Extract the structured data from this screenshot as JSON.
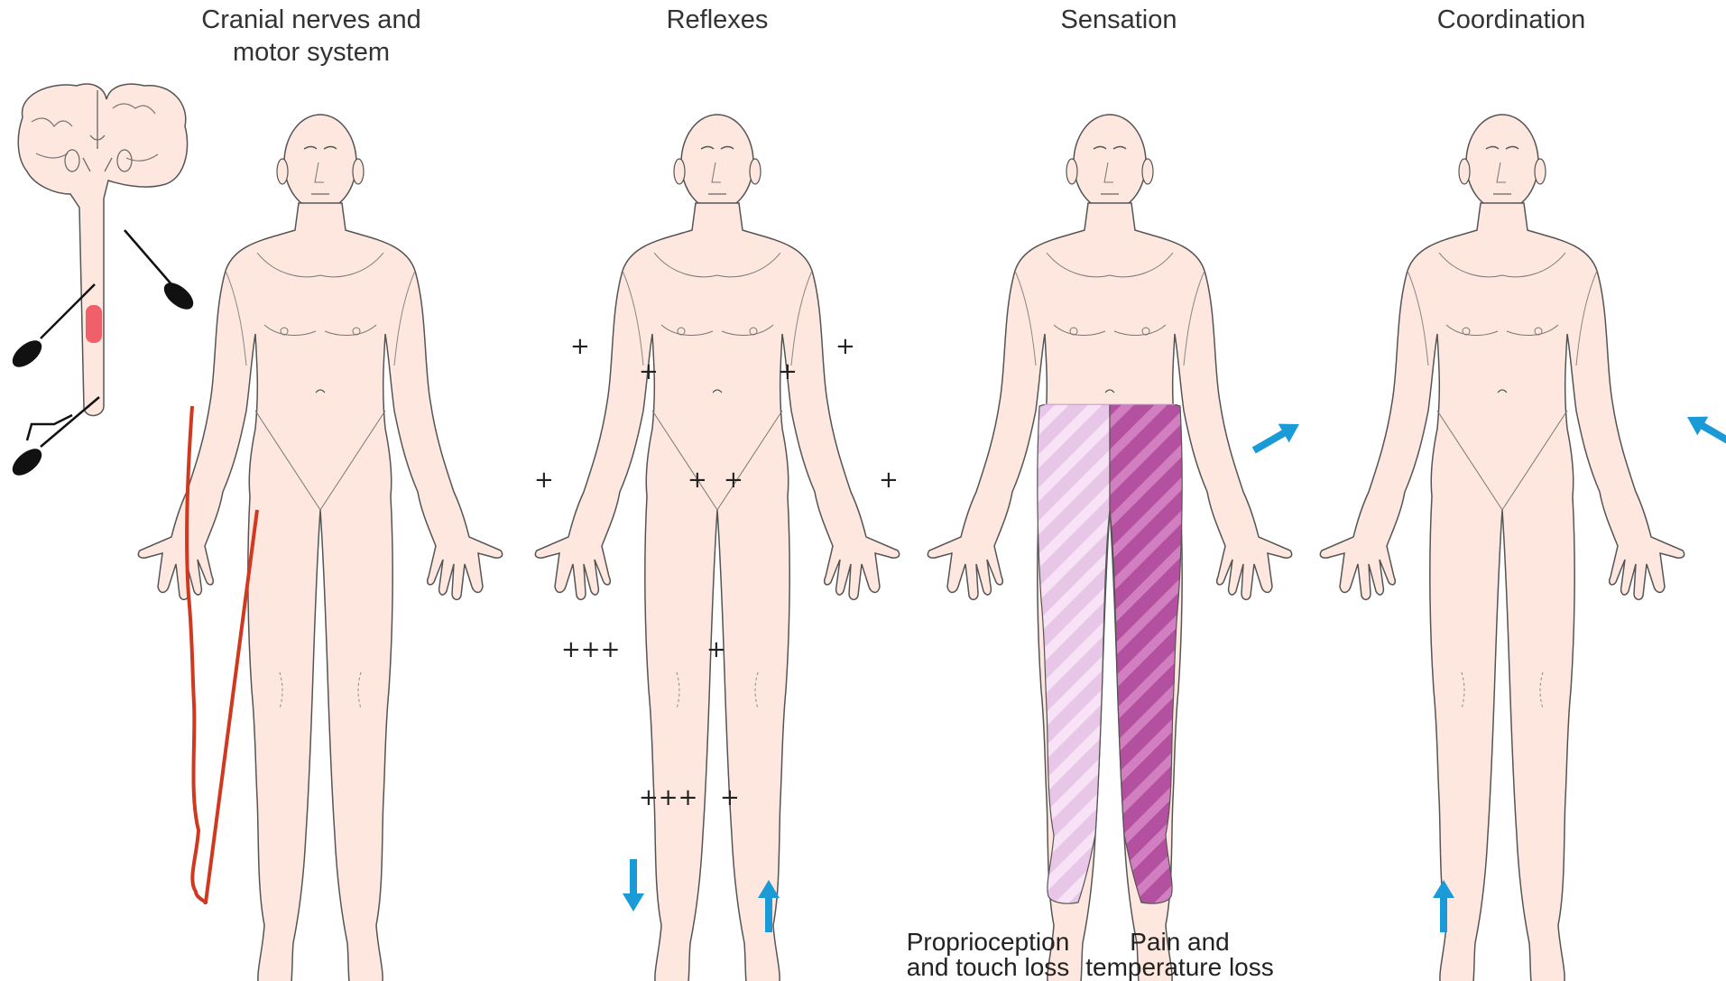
{
  "panels": [
    {
      "title": "Cranial nerves and\nmotor system"
    },
    {
      "title": "Reflexes"
    },
    {
      "title": "Sensation"
    },
    {
      "title": "Coordination"
    }
  ],
  "reflex_marks": [
    "+",
    "+",
    "+",
    "+",
    "+",
    "+",
    "+",
    "+",
    "+++",
    "+",
    "+++",
    "+"
  ],
  "sensation_captions": {
    "left": "Proprioception\nand touch loss",
    "right": "Pain and\ntemperature loss"
  },
  "colors": {
    "skin": "#fde7de",
    "outline": "#555555",
    "lesion": "#f0606a",
    "weakness_outline": "#d0391f",
    "arrow": "#1a9ad6",
    "proprio_loss": "#d9a6d9",
    "pain_loss": "#b3509f"
  },
  "icons": [
    "brain-spinal-cord-icon",
    "reflex-hammer-icon",
    "arrow-up-icon",
    "arrow-down-icon",
    "arrow-diagonal-icon"
  ]
}
